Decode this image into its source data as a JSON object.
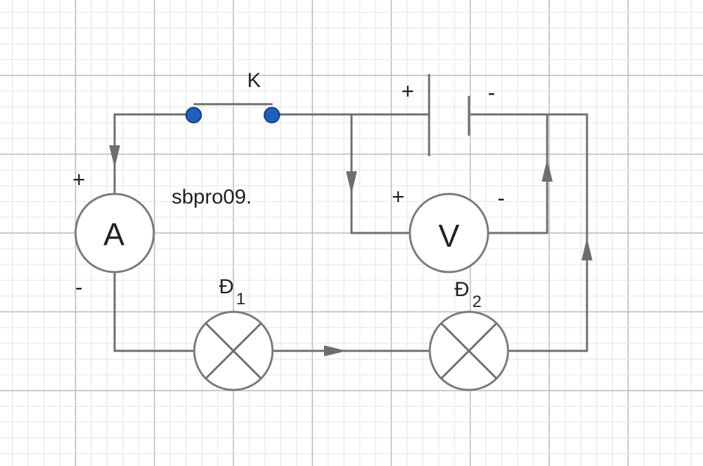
{
  "labels": {
    "switch": "K",
    "battery_plus": "+",
    "battery_minus": "-",
    "ammeter_plus": "+",
    "ammeter_minus": "-",
    "ammeter": "A",
    "voltmeter": "V",
    "voltmeter_plus": "+",
    "voltmeter_minus": "-",
    "watermark": "sbpro09.",
    "lamp1_main": "Đ",
    "lamp1_sub": "1",
    "lamp2_main": "Đ",
    "lamp2_sub": "2"
  },
  "colors": {
    "wire": "#6e6e6e",
    "switch_contact": "#1f5fbf",
    "grid_minor": "#e3e3e3",
    "grid_major": "#b8b8b8"
  }
}
